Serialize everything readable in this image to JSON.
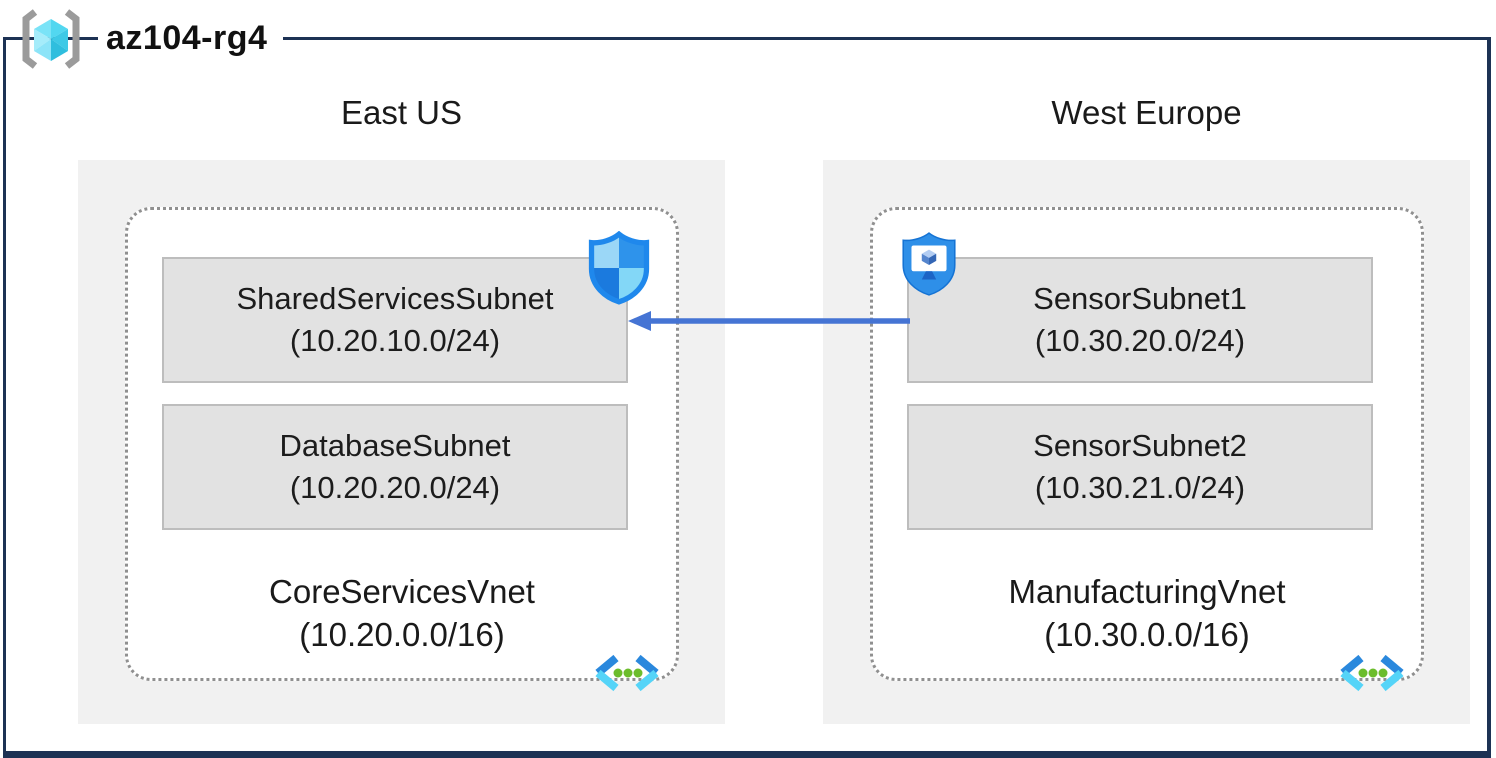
{
  "title": {
    "label": "az104-rg4",
    "icon": "resource-group-icon"
  },
  "regions": [
    {
      "name": "East US",
      "vnet": {
        "name": "CoreServicesVnet",
        "cidr": "(10.20.0.0/16)",
        "icon": "virtual-network-icon"
      },
      "subnets": [
        {
          "name": "SharedServicesSubnet",
          "cidr": "(10.20.10.0/24)",
          "icon": "network-security-group-shield-icon"
        },
        {
          "name": "DatabaseSubnet",
          "cidr": "(10.20.20.0/24)"
        }
      ]
    },
    {
      "name": "West Europe",
      "vnet": {
        "name": "ManufacturingVnet",
        "cidr": "(10.30.0.0/16)",
        "icon": "virtual-network-icon"
      },
      "subnets": [
        {
          "name": "SensorSubnet1",
          "cidr": "(10.30.20.0/24)",
          "icon": "application-security-group-shield-icon"
        },
        {
          "name": "SensorSubnet2",
          "cidr": "(10.30.21.0/24)"
        }
      ]
    }
  ],
  "connection": {
    "from": "SensorSubnet1",
    "to": "SharedServicesSubnet",
    "arrow_direction": "left",
    "color": "#4574d4"
  },
  "colors": {
    "frame": "#1d3254",
    "region_fill": "#f1f1f1",
    "subnet_fill": "#e2e2e2",
    "subnet_border": "#bdbdbd",
    "vnet_dotted_border": "#909090",
    "arrow": "#4574d4",
    "text": "#1b1b1b"
  }
}
